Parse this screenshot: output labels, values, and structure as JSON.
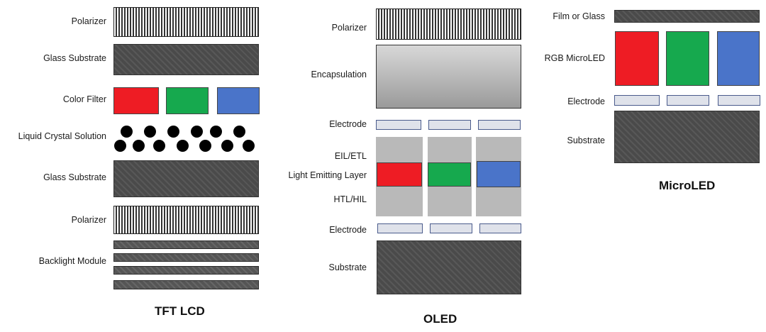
{
  "tft_lcd": {
    "title": "TFT LCD",
    "labels": {
      "polarizer_top": "Polarizer",
      "glass_top": "Glass Substrate",
      "color_filter": "Color Filter",
      "liquid_crystal": "Liquid Crystal Solution",
      "glass_bottom": "Glass Substrate",
      "polarizer_bottom": "Polarizer",
      "backlight": "Backlight Module"
    }
  },
  "oled": {
    "title": "OLED",
    "labels": {
      "polarizer": "Polarizer",
      "encapsulation": "Encapsulation",
      "electrode_top": "Electrode",
      "eil_etl": "EIL/ETL",
      "light_emitting": "Light Emitting Layer",
      "htl_hil": "HTL/HIL",
      "electrode_bottom": "Electrode",
      "substrate": "Substrate"
    }
  },
  "microled": {
    "title": "MicroLED",
    "labels": {
      "film_glass": "Film or Glass",
      "rgb_microled": "RGB MicroLED",
      "electrode": "Electrode",
      "substrate": "Substrate"
    }
  },
  "colors": {
    "red": "#ee1c24",
    "green": "#16a94e",
    "blue": "#4a74c9"
  }
}
